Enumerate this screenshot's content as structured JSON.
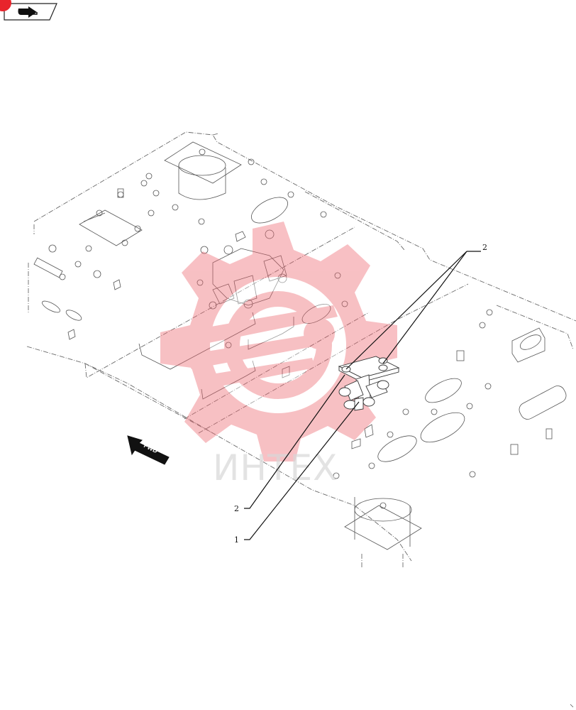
{
  "nav": {
    "icon": "back-arrow-icon",
    "badge_color": "#e8242c"
  },
  "diagram": {
    "callouts": [
      {
        "id": "callout-2-top",
        "label": "2"
      },
      {
        "id": "callout-2-bottom",
        "label": "2"
      },
      {
        "id": "callout-1",
        "label": "1"
      }
    ],
    "direction_label": "FWD"
  },
  "watermark": {
    "text": "ИНТЕХ",
    "color": "#f2a0a4"
  }
}
